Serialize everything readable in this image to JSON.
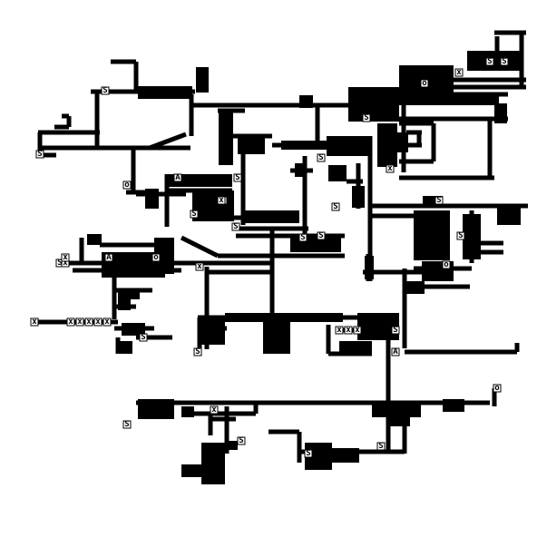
{
  "colors": {
    "background": "#ffffff",
    "wall": "#000000",
    "glyph": "#000000"
  },
  "glyphs": {
    "sigil": "S",
    "node": "x",
    "portal": "o",
    "marker": "A"
  },
  "legend_note": ""
}
